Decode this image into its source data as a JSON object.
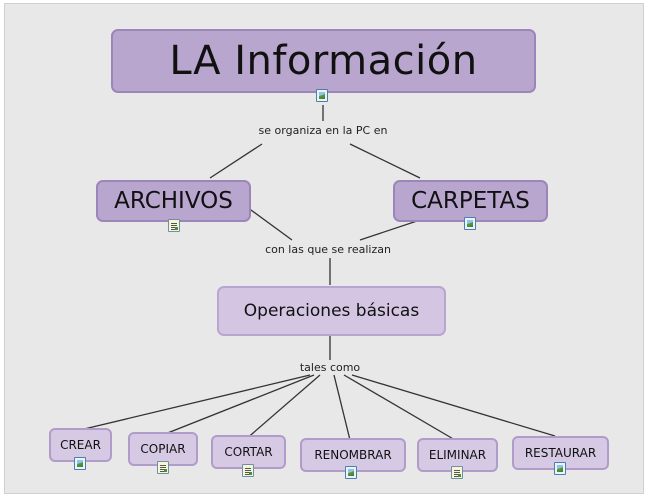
{
  "title": "LA Información",
  "links": {
    "top": "se organiza en la PC en",
    "middle": "con las que se realizan",
    "bottom": "tales como"
  },
  "nodes": {
    "archivos": "ARCHIVOS",
    "carpetas": "CARPETAS",
    "operaciones": "Operaciones básicas"
  },
  "operations": [
    "CREAR",
    "COPIAR",
    "CORTAR",
    "RENOMBRAR",
    "ELIMINAR",
    "RESTAURAR"
  ],
  "icons": {
    "title": "image-icon",
    "archivos": "document-icon",
    "carpetas": "image-icon",
    "crear": "image-icon",
    "copiar": "document-icon",
    "cortar": "document-icon",
    "renombrar": "image-icon",
    "eliminar": "document-icon",
    "restaurar": "image-icon"
  },
  "colors": {
    "background": "#e8e8e8",
    "node_dark": "#b8a6cf",
    "node_light": "#d4c6e2",
    "line": "#333333"
  }
}
